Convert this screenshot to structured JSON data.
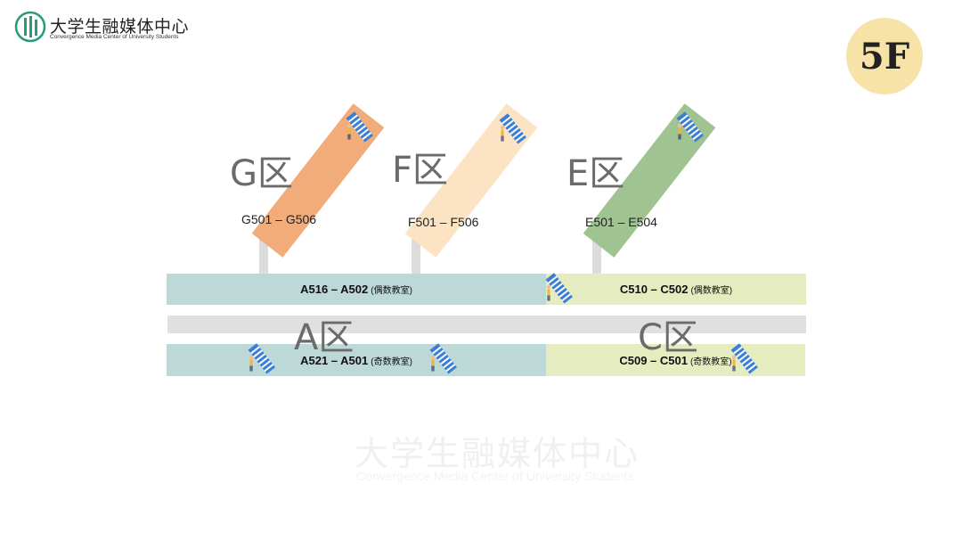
{
  "brand": {
    "title": "大学生融媒体中心",
    "subtitle": "Convergence Media Center of University Students"
  },
  "floor": "5F",
  "zones": {
    "G": {
      "label": "G区",
      "range": "G501 – G506"
    },
    "F": {
      "label": "F区",
      "range": "F501 – F506"
    },
    "E": {
      "label": "E区",
      "range": "E501 – E504"
    },
    "A": {
      "label": "A区"
    },
    "C": {
      "label": "C区"
    }
  },
  "corridors": {
    "a_top": {
      "range": "A516 – A502",
      "note": "(偶数教室)"
    },
    "c_top": {
      "range": "C510 – C502",
      "note": "(偶数教室)"
    },
    "a_bottom": {
      "range": "A521 – A501",
      "note": "(奇数教室)"
    },
    "c_bottom": {
      "range": "C509 – C501",
      "note": "(奇数教室)"
    }
  },
  "colors": {
    "zone_g": "#f2ac7a",
    "zone_f": "#fbe3c4",
    "zone_e": "#9fc391",
    "zone_a": "#bcd8d7",
    "zone_c": "#e5edc0",
    "badge": "#f7e2a8",
    "stairs": "#3a7fd5"
  },
  "icons": [
    "logo-mark-icon",
    "stairs-icon"
  ]
}
